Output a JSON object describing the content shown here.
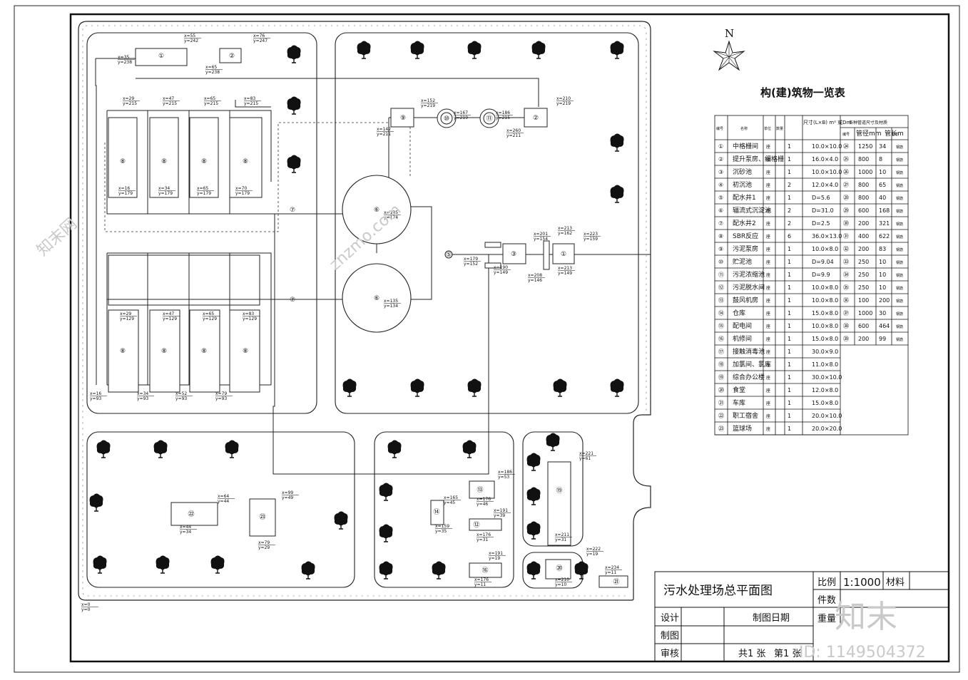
{
  "compass": {
    "north": "N"
  },
  "legend_title": "构(建)筑物一览表",
  "table_headers": {
    "no": "编号",
    "name": "名称",
    "unit": "单位",
    "qty": "数量",
    "size": "尺寸(L×B) m² 或Dm",
    "pipe_group": "各种管道尺寸及材质",
    "pipe_no": "编号",
    "diameter": "管径mm",
    "length": "管长m",
    "material": "材料"
  },
  "structures": [
    {
      "no": "①",
      "name": "中格栅间",
      "unit": "座",
      "qty": "1",
      "size": "10.0×10.0"
    },
    {
      "no": "②",
      "name": "提升泵房、细格栅",
      "unit": "座",
      "qty": "1",
      "size": "16.0×4.0"
    },
    {
      "no": "③",
      "name": "沉砂池",
      "unit": "座",
      "qty": "1",
      "size": "10.0×10.0"
    },
    {
      "no": "④",
      "name": "初沉池",
      "unit": "座",
      "qty": "2",
      "size": "12.0×4.0"
    },
    {
      "no": "⑤",
      "name": "配水井1",
      "unit": "座",
      "qty": "1",
      "size": "D=5.6"
    },
    {
      "no": "⑥",
      "name": "辐流式沉淀池",
      "unit": "座",
      "qty": "2",
      "size": "D=31.0"
    },
    {
      "no": "⑦",
      "name": "配水井2",
      "unit": "座",
      "qty": "2",
      "size": "D=2.5"
    },
    {
      "no": "⑧",
      "name": "SBR反应",
      "unit": "座",
      "qty": "6",
      "size": "36.0×13.0"
    },
    {
      "no": "⑨",
      "name": "污泥泵房",
      "unit": "座",
      "qty": "1",
      "size": "10.0×8.0"
    },
    {
      "no": "⑩",
      "name": "贮泥池",
      "unit": "座",
      "qty": "1",
      "size": "D=9.04"
    },
    {
      "no": "⑪",
      "name": "污泥浓缩池",
      "unit": "座",
      "qty": "1",
      "size": "D=9.9"
    },
    {
      "no": "⑫",
      "name": "污泥脱水间",
      "unit": "座",
      "qty": "1",
      "size": "10.0×8.0"
    },
    {
      "no": "⑬",
      "name": "鼓风机房",
      "unit": "座",
      "qty": "1",
      "size": "10.0×8.0"
    },
    {
      "no": "⑭",
      "name": "仓库",
      "unit": "座",
      "qty": "1",
      "size": "15.0×8.0"
    },
    {
      "no": "⑮",
      "name": "配电间",
      "unit": "座",
      "qty": "1",
      "size": "10.0×8.0"
    },
    {
      "no": "⑯",
      "name": "机修间",
      "unit": "座",
      "qty": "1",
      "size": "15.0×8.0"
    },
    {
      "no": "⑰",
      "name": "接触消毒池",
      "unit": "座",
      "qty": "1",
      "size": "30.0×9.0"
    },
    {
      "no": "⑱",
      "name": "加氯间、氯库",
      "unit": "座",
      "qty": "1",
      "size": "11.0×8.0"
    },
    {
      "no": "⑲",
      "name": "综合办公楼",
      "unit": "座",
      "qty": "1",
      "size": "30.0×10.0"
    },
    {
      "no": "⑳",
      "name": "食堂",
      "unit": "座",
      "qty": "1",
      "size": "12.0×8.0"
    },
    {
      "no": "㉑",
      "name": "车库",
      "unit": "座",
      "qty": "1",
      "size": "15.0×8.0"
    },
    {
      "no": "㉒",
      "name": "职工宿舍",
      "unit": "座",
      "qty": "1",
      "size": "20.0×10.0"
    },
    {
      "no": "㉓",
      "name": "篮球场",
      "unit": "座",
      "qty": "1",
      "size": "20.0×20.0"
    }
  ],
  "pipes": [
    {
      "no": "㉔",
      "dia": "1250",
      "len": "34",
      "mat": "钢筋"
    },
    {
      "no": "㉕",
      "dia": "800",
      "len": "8",
      "mat": "钢筋"
    },
    {
      "no": "㉖",
      "dia": "1000",
      "len": "10",
      "mat": "钢筋"
    },
    {
      "no": "㉗",
      "dia": "800",
      "len": "65",
      "mat": "钢筋"
    },
    {
      "no": "㉘",
      "dia": "800",
      "len": "40",
      "mat": "钢筋"
    },
    {
      "no": "㉙",
      "dia": "600",
      "len": "168",
      "mat": "钢筋"
    },
    {
      "no": "㉚",
      "dia": "200",
      "len": "321",
      "mat": "钢筋"
    },
    {
      "no": "㉛",
      "dia": "400",
      "len": "622",
      "mat": "钢筋"
    },
    {
      "no": "㉜",
      "dia": "200",
      "len": "83",
      "mat": "钢筋"
    },
    {
      "no": "㉝",
      "dia": "250",
      "len": "10",
      "mat": "钢筋"
    },
    {
      "no": "㉞",
      "dia": "250",
      "len": "10",
      "mat": "钢筋"
    },
    {
      "no": "㉟",
      "dia": "250",
      "len": "10",
      "mat": "钢筋"
    },
    {
      "no": "㊱",
      "dia": "100",
      "len": "200",
      "mat": "钢筋"
    },
    {
      "no": "㊲",
      "dia": "1000",
      "len": "30",
      "mat": "钢筋"
    },
    {
      "no": "㊳",
      "dia": "600",
      "len": "464",
      "mat": "钢筋"
    },
    {
      "no": "㊴",
      "dia": "200",
      "len": "99",
      "mat": "钢筋"
    }
  ],
  "coords": [
    {
      "x": "x=55",
      "y": "y=242"
    },
    {
      "x": "x=76",
      "y": "y=247"
    },
    {
      "x": "x=35",
      "y": "y=238"
    },
    {
      "x": "x=65",
      "y": "y=238"
    },
    {
      "x": "x=29",
      "y": "y=215"
    },
    {
      "x": "x=47",
      "y": "y=215"
    },
    {
      "x": "x=65",
      "y": "y=215"
    },
    {
      "x": "x=83",
      "y": "y=215"
    },
    {
      "x": "x=16",
      "y": "y=179"
    },
    {
      "x": "x=34",
      "y": "y=179"
    },
    {
      "x": "x=65",
      "y": "y=179"
    },
    {
      "x": "x=70",
      "y": "y=179"
    },
    {
      "x": "x=29",
      "y": "y=129"
    },
    {
      "x": "x=47",
      "y": "y=129"
    },
    {
      "x": "x=65",
      "y": "y=129"
    },
    {
      "x": "x=83",
      "y": "y=129"
    },
    {
      "x": "x=16",
      "y": "y=93"
    },
    {
      "x": "x=34",
      "y": "y=93"
    },
    {
      "x": "x=52",
      "y": "y=93"
    },
    {
      "x": "x=79",
      "y": "y=93"
    },
    {
      "x": "x=152",
      "y": "y=219"
    },
    {
      "x": "x=142",
      "y": "y=211"
    },
    {
      "x": "x=167",
      "y": "y=219"
    },
    {
      "x": "x=186",
      "y": "y=215"
    },
    {
      "x": "x=210",
      "y": "y=219"
    },
    {
      "x": "x=260",
      "y": "y=211"
    },
    {
      "x": "x=135",
      "y": "y=174"
    },
    {
      "x": "x=135",
      "y": "y=134"
    },
    {
      "x": "x=179",
      "y": "y=152"
    },
    {
      "x": "x=190",
      "y": "y=149"
    },
    {
      "x": "x=201",
      "y": "y=154"
    },
    {
      "x": "x=213",
      "y": "y=162"
    },
    {
      "x": "x=223",
      "y": "y=159"
    },
    {
      "x": "x=208",
      "y": "y=146"
    },
    {
      "x": "x=213",
      "y": "y=149"
    },
    {
      "x": "x=186",
      "y": "y=53"
    },
    {
      "x": "x=176",
      "y": "y=46"
    },
    {
      "x": "x=165",
      "y": "y=45"
    },
    {
      "x": "x=159",
      "y": "y=35"
    },
    {
      "x": "x=191",
      "y": "y=39"
    },
    {
      "x": "x=176",
      "y": "y=31"
    },
    {
      "x": "x=191",
      "y": "y=19"
    },
    {
      "x": "x=176",
      "y": "y=11"
    },
    {
      "x": "x=221",
      "y": "y=61"
    },
    {
      "x": "x=211",
      "y": "y=31"
    },
    {
      "x": "x=222",
      "y": "y=19"
    },
    {
      "x": "x=210",
      "y": "y=10"
    },
    {
      "x": "x=234",
      "y": "y=11"
    },
    {
      "x": "x=64",
      "y": "y=44"
    },
    {
      "x": "x=44",
      "y": "y=34"
    },
    {
      "x": "x=99",
      "y": "y=49"
    },
    {
      "x": "x=79",
      "y": "y=29"
    },
    {
      "x": "x=0",
      "y": "y=0"
    }
  ],
  "title_block": {
    "drawing_title": "污水处理场总平面图",
    "scale_label": "比例",
    "scale_value": "1:1000",
    "material_label": "材料",
    "pieces_label": "件数",
    "weight_label": "重量",
    "design_label": "设计",
    "date_label": "制图日期",
    "draw_label": "制图",
    "check_label": "审核",
    "sheet_total": "共1 张",
    "sheet_no": "第1 张"
  },
  "watermark": {
    "site": "znzmo.com",
    "brand": "知末网",
    "logo": "知末",
    "id": "ID: 1149504372"
  }
}
